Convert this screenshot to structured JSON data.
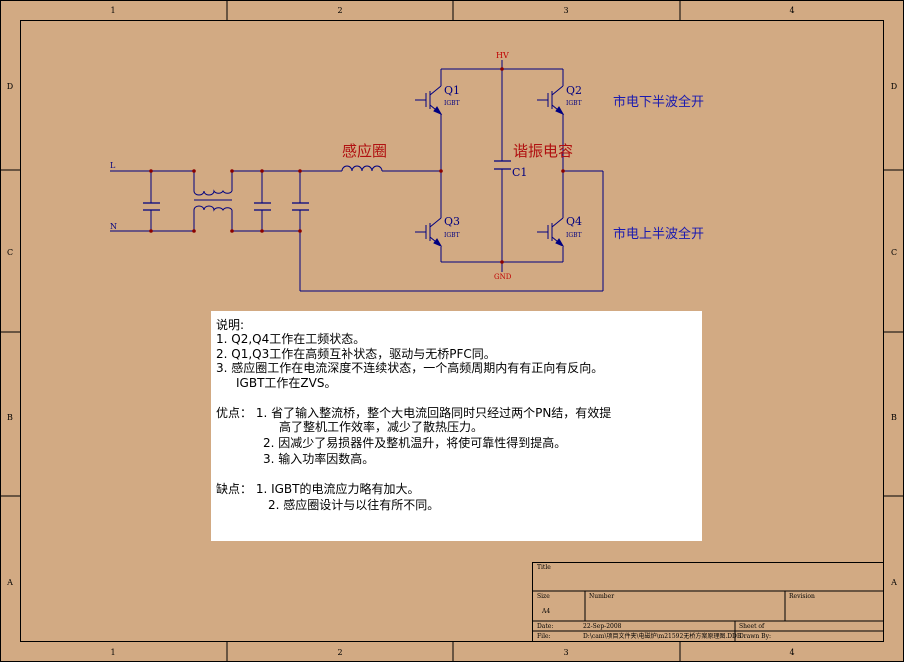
{
  "colors": {
    "background": "#d2aa83",
    "frame_line": "#000000",
    "wire": "#000080",
    "junction": "#8b0000",
    "chinese_label_red": "#b01010",
    "chinese_label_blue": "#1a1ab0",
    "power_label": "#c00000"
  },
  "frame": {
    "top_columns": [
      "1",
      "2",
      "3",
      "4"
    ],
    "bottom_columns": [
      "1",
      "2",
      "3",
      "4"
    ],
    "left_rows": [
      "D",
      "C",
      "B",
      "A"
    ],
    "right_rows": [
      "D",
      "C",
      "B",
      "A"
    ]
  },
  "schematic": {
    "input_line": "L",
    "input_neutral": "N",
    "coil_label": "感应圈",
    "resonant_cap_label": "谐振电容",
    "cap_ref": "C1",
    "hv_label": "HV",
    "gnd_label": "GND",
    "transistors": [
      {
        "ref": "Q1",
        "type": "IGBT"
      },
      {
        "ref": "Q2",
        "type": "IGBT"
      },
      {
        "ref": "Q3",
        "type": "IGBT"
      },
      {
        "ref": "Q4",
        "type": "IGBT"
      }
    ],
    "note_upper": "市电下半波全开",
    "note_lower": "市电上半波全开"
  },
  "notes": {
    "heading": "说明:",
    "line1": "1.   Q2,Q4工作在工频状态。",
    "line2": "2.   Q1,Q3工作在高频互补状态，驱动与无桥PFC同。",
    "line3": "3.   感应圈工作在电流深度不连续状态，一个高频周期内有有正向有反向。",
    "line3b": "IGBT工作在ZVS。",
    "adv1": "优点：  1. 省了输入整流桥，整个大电流回路同时只经过两个PN结，有效提",
    "adv1b": "高了整机工作效率，减少了散热压力。",
    "adv2": "2. 因减少了易损器件及整机温升，将使可靠性得到提高。",
    "adv3": "3. 输入功率因数高。",
    "dis1": "缺点：  1. IGBT的电流应力略有加大。",
    "dis2": "2. 感应圈设计与以往有所不同。"
  },
  "title_block": {
    "title_label": "Title",
    "size_label": "Size",
    "size_value": "A4",
    "number_label": "Number",
    "revision_label": "Revision",
    "date_label": "Date:",
    "date_value": "22-Sep-2008",
    "sheet_label": "Sheet   of",
    "file_label": "File:",
    "file_value": "D:\\cam\\项目文件夹\\电磁炉\\m21592无桥方案原理图.DDB",
    "drawn_label": "Drawn By:"
  }
}
